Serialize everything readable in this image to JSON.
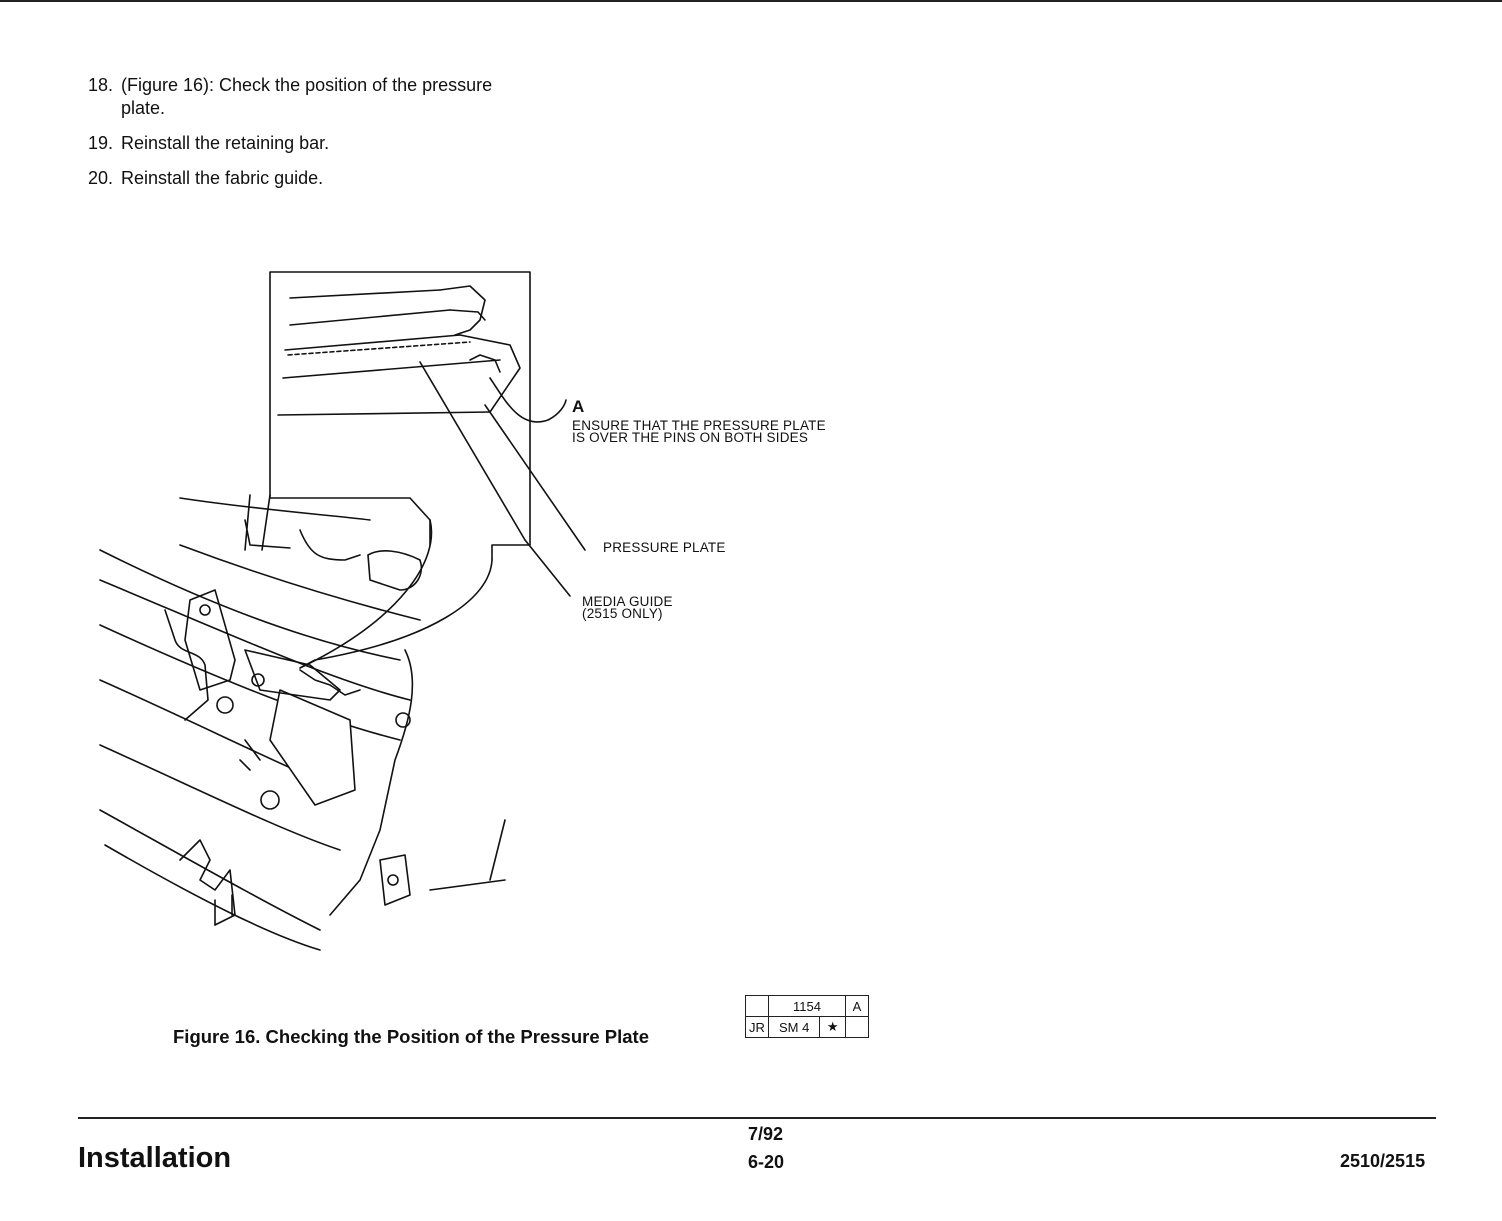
{
  "steps": [
    {
      "number": "18.",
      "text": "(Figure 16): Check the position of the pressure plate."
    },
    {
      "number": "19.",
      "text": "Reinstall the retaining bar."
    },
    {
      "number": "20.",
      "text": "Reinstall the fabric guide."
    }
  ],
  "figure": {
    "callout_a_letter": "A",
    "callout_a_text": "ENSURE THAT THE PRESSURE PLATE\nIS OVER THE PINS ON BOTH SIDES",
    "pressure_plate_label": "PRESSURE PLATE",
    "media_guide_label": "MEDIA GUIDE\n(2515 ONLY)",
    "caption": "Figure 16. Checking the Position of the Pressure Plate"
  },
  "ref_table": {
    "row1": [
      "",
      "1154",
      "A"
    ],
    "row2": [
      "JR",
      "SM 4",
      "★",
      ""
    ]
  },
  "footer": {
    "section": "Installation",
    "date": "7/92",
    "page": "6-20",
    "model": "2510/2515"
  }
}
